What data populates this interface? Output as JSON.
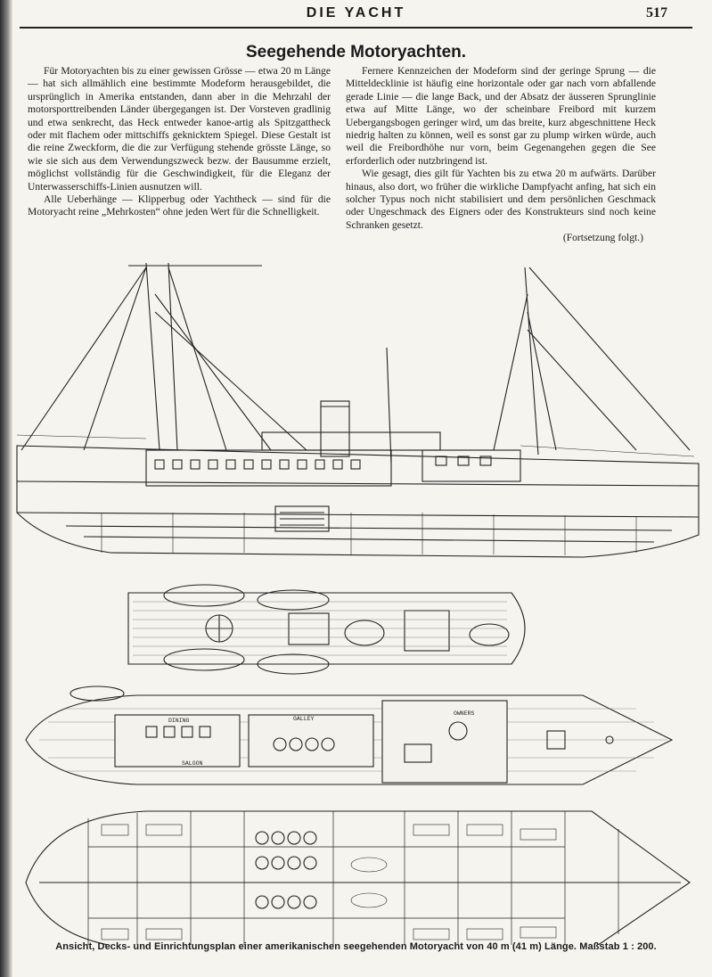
{
  "header": {
    "running_title": "DIE YACHT",
    "page_number": "517"
  },
  "article": {
    "title": "Seegehende Motoryachten.",
    "left_column": [
      "Für Motoryachten bis zu einer gewissen Grösse — etwa 20 m Länge — hat sich allmählich eine bestimmte Modeform herausgebildet, die ursprünglich in Amerika entstanden, dann aber in die Mehrzahl der motorsporttreibenden Länder übergegangen ist. Der Vorsteven gradlinig und etwa senkrecht, das Heck entweder kanoe-artig als Spitzgattheck oder mit flachem oder mittschiffs geknicktem Spiegel. Diese Gestalt ist die reine Zweckform, die die zur Verfügung stehende grösste Länge, so wie sie sich aus dem Verwendungszweck bezw. der Bausumme erzielt, möglichst vollständig für die Geschwindigkeit, für die Eleganz der Unterwasserschiffs-Linien ausnutzen will.",
      "Alle Ueberhänge — Klipperbug oder Yachtheck — sind für die Motoryacht reine „Mehrkosten“ ohne jeden Wert für die Schnelligkeit."
    ],
    "right_column": [
      "Fernere Kennzeichen der Modeform sind der geringe Sprung — die Mitteldecklinie ist häufig eine horizontale oder gar nach vorn abfallende gerade Linie — die lange Back, und der Absatz der äusseren Sprunglinie etwa auf Mitte Länge, wo der scheinbare Freibord mit kurzem Uebergangsbogen geringer wird, um das breite, kurz abgeschnittene Heck niedrig halten zu können, weil es sonst gar zu plump wirken würde, auch weil die Freibordhöhe nur vorn, beim Gegenangehen gegen die See erforderlich oder nutzbringend ist.",
      "Wie gesagt, dies gilt für Yachten bis zu etwa 20 m aufwärts. Darüber hinaus, also dort, wo früher die wirkliche Dampfyacht anfing, hat sich ein solcher Typus noch nicht stabilisiert und dem persönlichen Geschmack oder Ungeschmack des Eigners oder des Konstrukteurs sind noch keine Schranken gesetzt."
    ],
    "continued": "(Fortsetzung folgt.)"
  },
  "figure": {
    "caption": "Ansicht, Decks- und Einrichtungsplan einer amerikanischen seegehenden Motoryacht von 40 m (41 m) Länge. Maßstab 1 : 200.",
    "labels": {
      "dining": "DINING",
      "saloon": "SALOON",
      "galley": "GALLEY",
      "owners": "OWNERS"
    }
  }
}
